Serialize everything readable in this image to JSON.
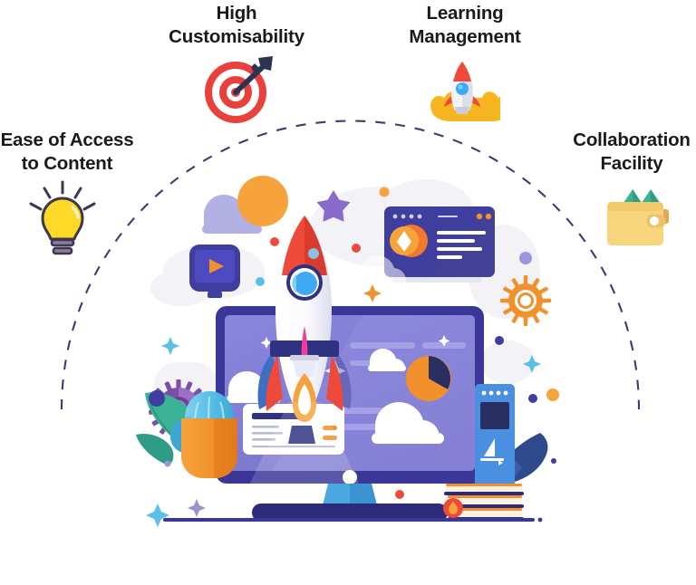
{
  "page": {
    "title": "E-Learning Platform Features",
    "background_color": "#ffffff",
    "label_color": "#1a1a1a",
    "arc_color": "#3c3c6e",
    "ground_line_color": "#3b3799"
  },
  "features": [
    {
      "id": "ease-of-access",
      "label": "Ease of Access\nto Content",
      "icon": "lightbulb-icon",
      "icon_colors": {
        "bulb": "#ffd828",
        "outline": "#3f3650",
        "base": "#8c7f99"
      }
    },
    {
      "id": "high-customisability",
      "label": "High\nCustomisability",
      "icon": "target-dart-icon",
      "icon_colors": {
        "rings": "#e8403a",
        "dart": "#2e3352",
        "white": "#ffffff"
      }
    },
    {
      "id": "learning-management",
      "label": "Learning\nManagement",
      "icon": "rocket-launch-icon",
      "icon_colors": {
        "nose": "#ee4a3b",
        "body": "#f3f4f9",
        "window": "#3fa9f5",
        "flame": "#f7b620"
      }
    },
    {
      "id": "collaboration-facility",
      "label": "Collaboration\nFacility",
      "icon": "wallet-folder-icon",
      "icon_colors": {
        "wallet": "#f6d57d",
        "flap": "#f3c96a",
        "cards": "#3cb395",
        "button": "#ffffff"
      }
    }
  ],
  "illustration": {
    "name": "desktop-monitor-rocket-scene",
    "elements": [
      {
        "name": "rocket-large",
        "colors": [
          "#ee4a3b",
          "#ffffff",
          "#e9eaf4",
          "#3fa9f5",
          "#2e3280"
        ]
      },
      {
        "name": "monitor",
        "colors": [
          "#3b3799",
          "#8581d6",
          "#7b77cc"
        ]
      },
      {
        "name": "monitor-stand",
        "colors": [
          "#4aa7e0",
          "#2e2a7a"
        ]
      },
      {
        "name": "browser-window-card",
        "colors": [
          "#3f3d9e",
          "#f2792b",
          "#ffffff"
        ]
      },
      {
        "name": "video-play-button",
        "colors": [
          "#3f3d9e",
          "#4b47bb",
          "#f2902b"
        ]
      },
      {
        "name": "pie-chart",
        "slices": [
          {
            "value": 66,
            "color": "#f2902b"
          },
          {
            "value": 34,
            "color": "#2a2f63"
          }
        ]
      },
      {
        "name": "sun-circle",
        "color": "#f5a33a"
      },
      {
        "name": "cloud-purple",
        "color": "#b3b1e3"
      },
      {
        "name": "cloud-white",
        "color": "#ffffff"
      },
      {
        "name": "star-purple",
        "color": "#8a6bc9"
      },
      {
        "name": "gear-purple",
        "color": "#7b4fa8"
      },
      {
        "name": "gear-orange",
        "color": "#f2902b"
      },
      {
        "name": "cactus-plant",
        "colors": [
          "#5bc0e8",
          "#f2902b",
          "#3cb395"
        ]
      },
      {
        "name": "book-stack",
        "colors": [
          "#f2902b",
          "#fdf1e0",
          "#ee4a3b"
        ]
      },
      {
        "name": "tablet-device",
        "colors": [
          "#4a8fe0",
          "#2a2f63",
          "#ffffff"
        ]
      },
      {
        "name": "certificate-card",
        "colors": [
          "#ffffff",
          "#2e3280",
          "#f2902b"
        ]
      },
      {
        "name": "ground-line",
        "color": "#3b3799"
      }
    ]
  }
}
